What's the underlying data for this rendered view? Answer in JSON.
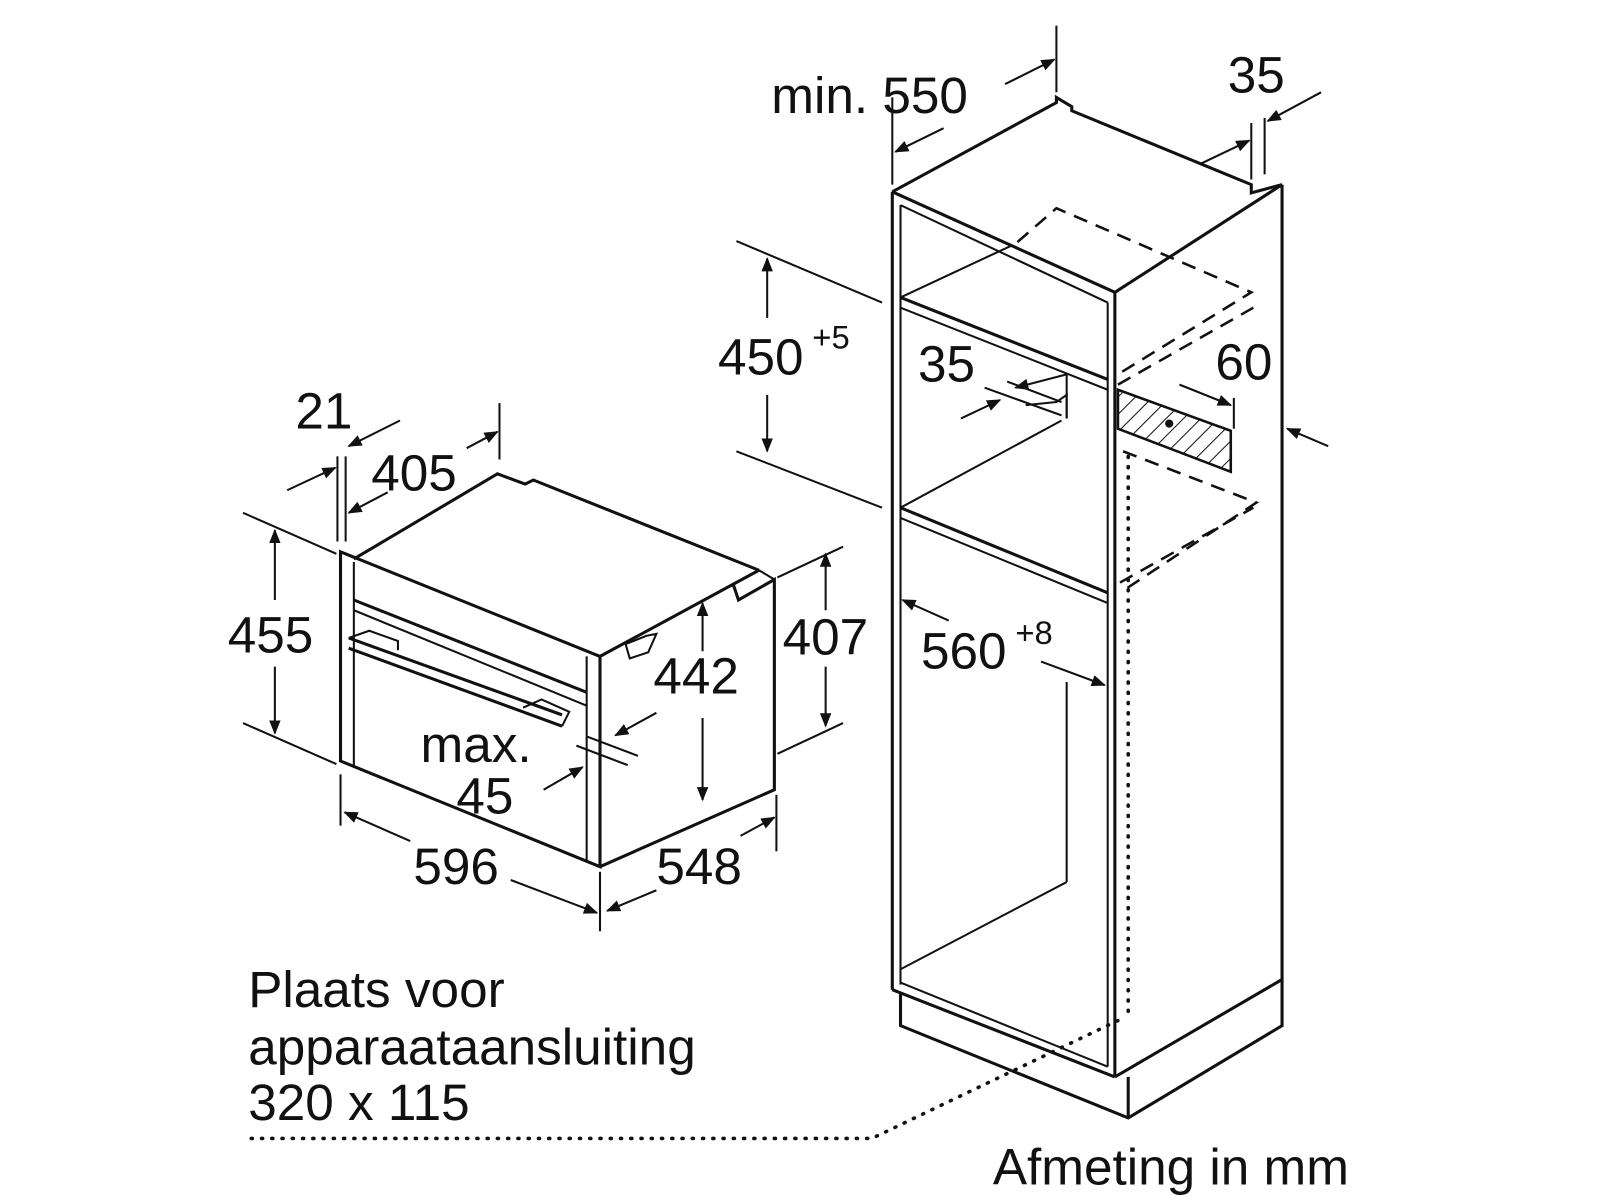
{
  "diagram": {
    "oven": {
      "depth_label": "21",
      "panel_depth_label": "405",
      "height_label": "455",
      "side_height_label": "407",
      "inner_height_label": "442",
      "max_label": "max.",
      "max_value": "45",
      "width_label": "596",
      "depth_total_label": "548"
    },
    "cabinet": {
      "min_depth_label": "min. 550",
      "rear_gap_label": "35",
      "niche_height_label": "450",
      "niche_height_tolerance": "+5",
      "shelf_gap_label": "35",
      "vent_label": "60",
      "niche_width_label": "560",
      "niche_width_tolerance": "+8"
    },
    "connection_note": {
      "line1": "Plaats voor",
      "line2": "apparaataansluiting",
      "line3": "320 x 115"
    },
    "units_note": "Afmeting in mm"
  }
}
